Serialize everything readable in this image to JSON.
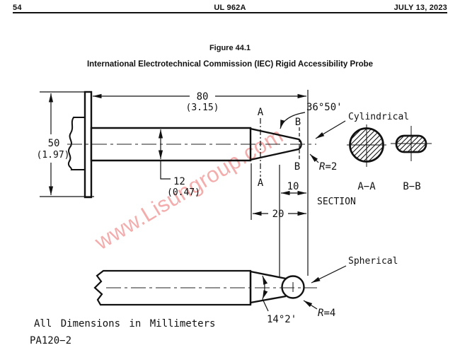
{
  "header": {
    "page_number": "54",
    "standard": "UL 962A",
    "date": "JULY 13, 2023"
  },
  "figure": {
    "label": "Figure 44.1",
    "title": "International Electrotechnical Commission (IEC) Rigid Accessibility Probe"
  },
  "watermark": {
    "text": "www.Lisungroup.com",
    "color": "#ee8d8d"
  },
  "colors": {
    "ink": "#111111",
    "background": "#ffffff"
  },
  "d": {
    "len80": "80",
    "len80in": "(3.15)",
    "dia50": "50",
    "dia50in": "(1.97)",
    "dia12": "12",
    "dia12in": "(0.47)",
    "tip10": "10",
    "tip20": "20",
    "angTop": "36°50'",
    "angBot": "14°2'",
    "rTip": "R",
    "rTipVal": "=2",
    "rSph": "R",
    "rSphVal": "=4",
    "cyl": "Cylindrical",
    "sph": "Spherical",
    "section": "SECTION",
    "aa": "A−A",
    "bb": "B−B",
    "a": "A",
    "b": "B",
    "units": "All Dimensions in Millimeters",
    "code": "PA120−2"
  }
}
